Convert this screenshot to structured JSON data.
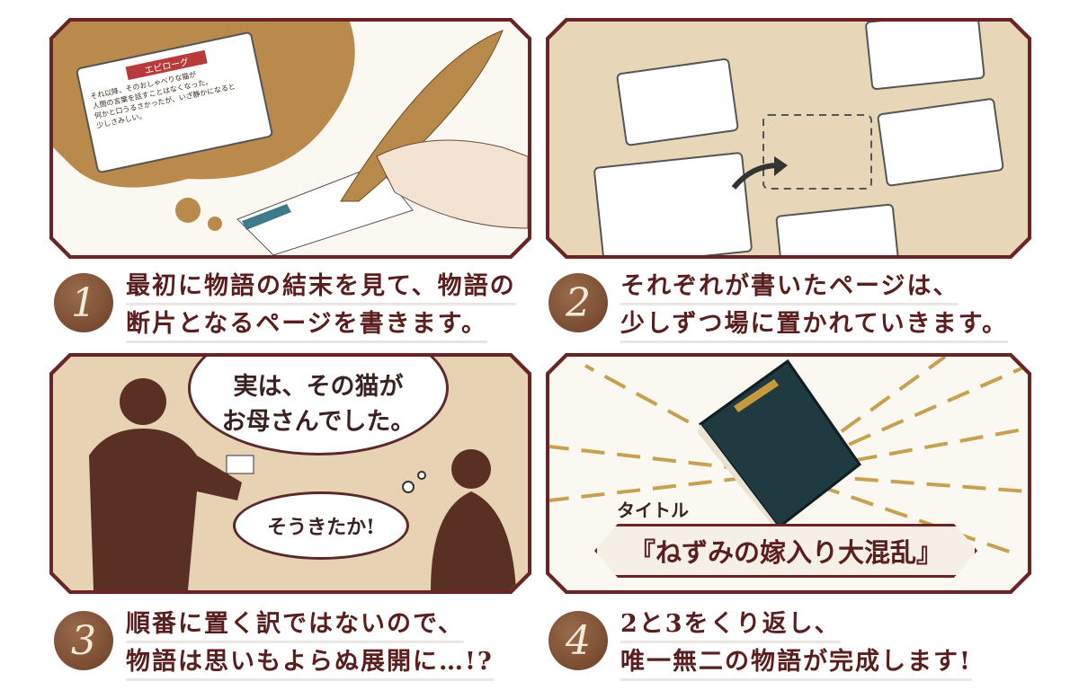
{
  "steps": [
    {
      "number": "1",
      "line1": "最初に物語の結末を見て、物語の",
      "line2": "断片となるページを書きます。"
    },
    {
      "number": "2",
      "line1": "それぞれが書いたページは、",
      "line2": "少しずつ場に置かれていきます。"
    },
    {
      "number": "3",
      "line1": "順番に置く訳ではないので、",
      "line2": "物語は思いもよらぬ展開に…!?"
    },
    {
      "number": "4",
      "line1": "2と3をくり返し、",
      "line2": "唯一無二の物語が完成します!"
    }
  ],
  "panel1": {
    "card_ribbon": "エピローグ",
    "card_text": [
      "それ以降、そのおしゃべりな猫が",
      "人間の言葉を話すことはなくなった。",
      "何かと口うるさかったが、いざ静かになると",
      "少しさみしい。"
    ]
  },
  "panel3": {
    "speech_line1": "実は、その猫が",
    "speech_line2": "お母さんでした。",
    "thought": "そうきたか!"
  },
  "panel4": {
    "title_label": "タイトル",
    "title": "『ねずみの嫁入り大混乱』"
  },
  "colors": {
    "frame": "#6b2424",
    "panel_bg": "#efe1c8",
    "seal": "#7a4a30",
    "book": "#1f3a40"
  }
}
